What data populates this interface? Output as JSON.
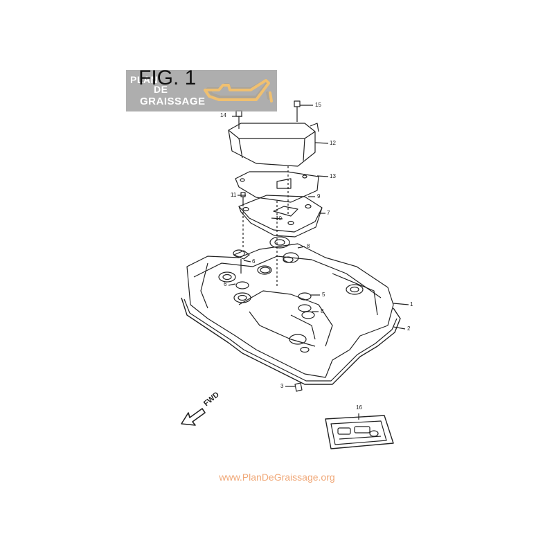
{
  "logo": {
    "line1": "PLAN",
    "line2": "DE",
    "line3": "GRAISSAGE",
    "icon": "oil-can-icon",
    "color": "#a0a0a0",
    "accent": "#f0c070"
  },
  "figure": {
    "label": "FIG. 1"
  },
  "callouts": {
    "c1": "1",
    "c2": "2",
    "c3": "3",
    "c5": "5",
    "c6a": "6",
    "c6b": "6",
    "c7": "7",
    "c8a": "8",
    "c8b": "8",
    "c9": "9",
    "c10": "10",
    "c11": "11",
    "c12": "12",
    "c13": "13",
    "c14": "14",
    "c15": "15",
    "c16": "16"
  },
  "direction": {
    "label": "FWD"
  },
  "footer": {
    "url": "www.PlanDeGraissage.org",
    "color": "#f0a878"
  }
}
